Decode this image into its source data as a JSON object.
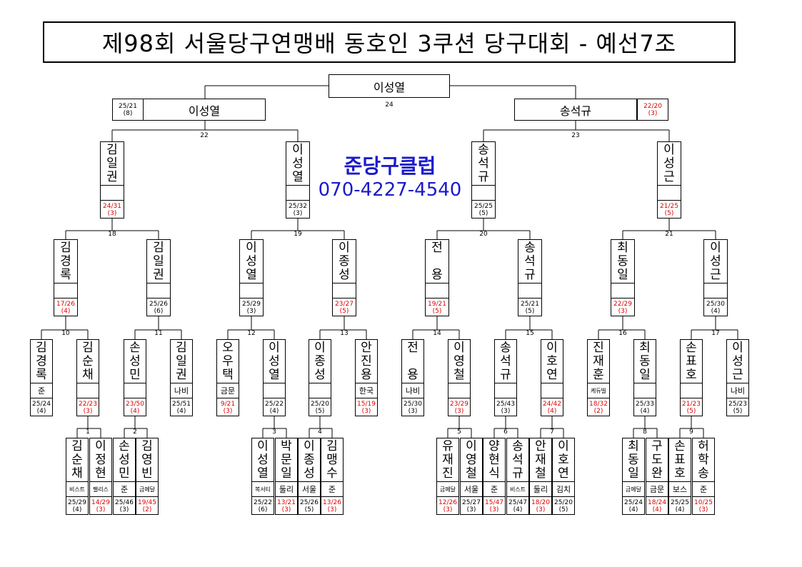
{
  "title": "제98회 서울당구연맹배 동호인 3쿠션 당구대회 - 예선7조",
  "brand": {
    "name": "준당구클럽",
    "phone": "070-4227-4540"
  },
  "final": {
    "name": "이성열",
    "num": "24"
  },
  "semis": [
    {
      "name": "이성열",
      "score": "25/21",
      "inn": "(8)",
      "win": true,
      "num": "22"
    },
    {
      "name": "송석규",
      "score": "22/20",
      "inn": "(3)",
      "win": false,
      "num": "23"
    }
  ],
  "r3": [
    {
      "name": "김일권",
      "score": "24/31",
      "inn": "(3)",
      "win": false
    },
    {
      "name": "이성열",
      "score": "25/32",
      "inn": "(3)",
      "win": true
    },
    {
      "name": "송석규",
      "score": "25/25",
      "inn": "(5)",
      "win": true
    },
    {
      "name": "이성근",
      "score": "21/25",
      "inn": "(5)",
      "win": false
    }
  ],
  "r3_nums": [
    "18",
    "19",
    "20",
    "21"
  ],
  "r2": [
    {
      "name": "김경록",
      "score": "17/26",
      "inn": "(4)",
      "win": false
    },
    {
      "name": "김일권",
      "score": "25/26",
      "inn": "(6)",
      "win": true
    },
    {
      "name": "이성열",
      "score": "25/29",
      "inn": "(3)",
      "win": true
    },
    {
      "name": "이종성",
      "score": "23/27",
      "inn": "(5)",
      "win": false
    },
    {
      "name": "전 용",
      "score": "19/21",
      "inn": "(5)",
      "win": false
    },
    {
      "name": "송석규",
      "score": "25/21",
      "inn": "(5)",
      "win": true
    },
    {
      "name": "최동일",
      "score": "22/29",
      "inn": "(3)",
      "win": false
    },
    {
      "name": "이성근",
      "score": "25/30",
      "inn": "(4)",
      "win": true
    }
  ],
  "r2_nums": [
    "10",
    "11",
    "12",
    "13",
    "14",
    "15",
    "16",
    "17"
  ],
  "r1": [
    {
      "name": "김경록",
      "club": "준",
      "score": "25/24",
      "inn": "(4)",
      "win": true
    },
    {
      "name": "김순채",
      "club": "",
      "score": "22/23",
      "inn": "(3)",
      "win": false
    },
    {
      "name": "손성민",
      "club": "",
      "score": "23/50",
      "inn": "(4)",
      "win": false
    },
    {
      "name": "김일권",
      "club": "나비",
      "score": "25/51",
      "inn": "(4)",
      "win": true
    },
    {
      "name": "오우택",
      "club": "금문",
      "score": "9/21",
      "inn": "(3)",
      "win": false
    },
    {
      "name": "이성열",
      "club": "",
      "score": "25/22",
      "inn": "(4)",
      "win": true
    },
    {
      "name": "이종성",
      "club": "",
      "score": "25/20",
      "inn": "(5)",
      "win": true
    },
    {
      "name": "안진용",
      "club": "한국",
      "score": "15/19",
      "inn": "(3)",
      "win": false
    },
    {
      "name": "전 용",
      "club": "나비",
      "score": "25/30",
      "inn": "(3)",
      "win": true
    },
    {
      "name": "이영철",
      "club": "",
      "score": "23/29",
      "inn": "(3)",
      "win": false
    },
    {
      "name": "송석규",
      "club": "",
      "score": "25/43",
      "inn": "(3)",
      "win": true
    },
    {
      "name": "이호연",
      "club": "",
      "score": "24/42",
      "inn": "(4)",
      "win": false
    },
    {
      "name": "진재훈",
      "club": "케듀빌",
      "score": "18/32",
      "inn": "(2)",
      "win": false
    },
    {
      "name": "최동일",
      "club": "",
      "score": "25/33",
      "inn": "(4)",
      "win": true
    },
    {
      "name": "손표호",
      "club": "",
      "score": "21/23",
      "inn": "(5)",
      "win": false
    },
    {
      "name": "이성근",
      "club": "나비",
      "score": "25/23",
      "inn": "(5)",
      "win": true
    }
  ],
  "r0": [
    {
      "name": "김순채",
      "club": "비스트",
      "score": "25/29",
      "inn": "(4)",
      "win": true
    },
    {
      "name": "이정현",
      "club": "팰리스",
      "score": "14/29",
      "inn": "(3)",
      "win": false
    },
    {
      "name": "손성민",
      "club": "준",
      "score": "25/46",
      "inn": "(3)",
      "win": true
    },
    {
      "name": "김영빈",
      "club": "금메달",
      "score": "19/45",
      "inn": "(2)",
      "win": false
    },
    {
      "name": "이성열",
      "club": "복서티",
      "score": "25/22",
      "inn": "(6)",
      "win": true
    },
    {
      "name": "박문일",
      "club": "둘리",
      "score": "13/21",
      "inn": "(3)",
      "win": false
    },
    {
      "name": "이종성",
      "club": "서울",
      "score": "25/26",
      "inn": "(5)",
      "win": true
    },
    {
      "name": "김맹수",
      "club": "준",
      "score": "13/26",
      "inn": "(3)",
      "win": false
    },
    {
      "name": "유재진",
      "club": "금메달",
      "score": "12/26",
      "inn": "(3)",
      "win": false
    },
    {
      "name": "이영철",
      "club": "서울",
      "score": "25/27",
      "inn": "(3)",
      "win": true
    },
    {
      "name": "양현식",
      "club": "준",
      "score": "15/47",
      "inn": "(3)",
      "win": false
    },
    {
      "name": "송석규",
      "club": "비스트",
      "score": "25/47",
      "inn": "(4)",
      "win": true
    },
    {
      "name": "안재철",
      "club": "둘리",
      "score": "18/20",
      "inn": "(3)",
      "win": false
    },
    {
      "name": "이호연",
      "club": "김치",
      "score": "25/20",
      "inn": "(5)",
      "win": true
    },
    {
      "name": "최동일",
      "club": "금메달",
      "score": "25/24",
      "inn": "(4)",
      "win": true
    },
    {
      "name": "구도완",
      "club": "금문",
      "score": "18/24",
      "inn": "(4)",
      "win": false
    },
    {
      "name": "손표호",
      "club": "보스",
      "score": "25/25",
      "inn": "(4)",
      "win": true
    },
    {
      "name": "허학송",
      "club": "준",
      "score": "10/25",
      "inn": "(3)",
      "win": false
    }
  ],
  "r0_nums": [
    "1",
    "2",
    "3",
    "4",
    "5",
    "6",
    "7",
    "8",
    "9"
  ]
}
